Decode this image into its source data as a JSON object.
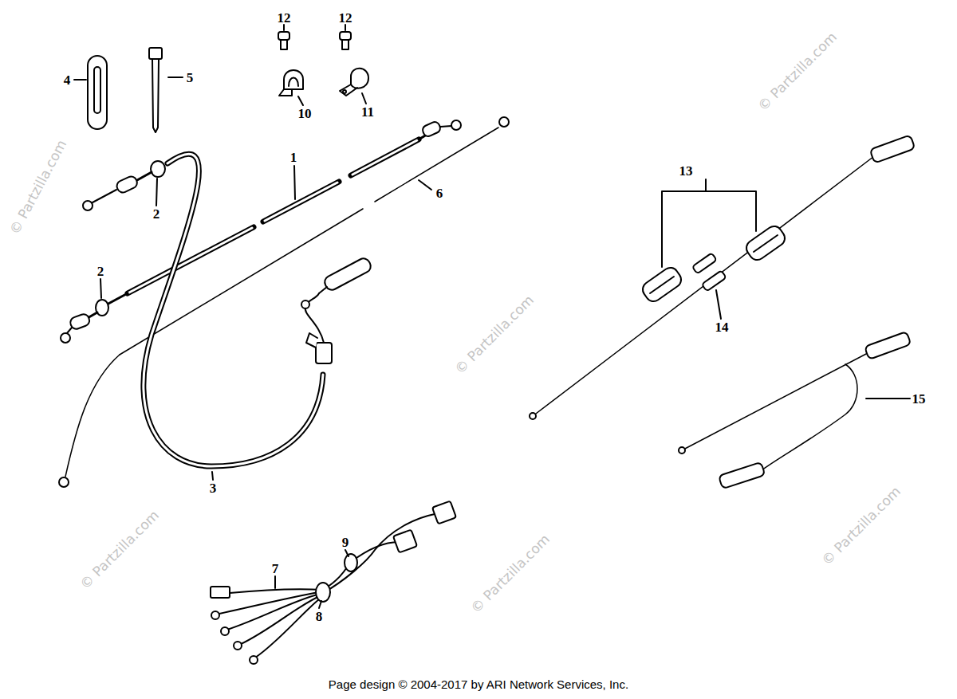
{
  "diagram": {
    "labels": [
      "12",
      "12",
      "4",
      "5",
      "10",
      "11",
      "1",
      "6",
      "2",
      "2",
      "3",
      "13",
      "14",
      "15",
      "7",
      "9",
      "8",
      "© Partzilla.com",
      "© Partzilla.com",
      "© Partzilla.com",
      "© Partzilla.com",
      "© Partzilla.com",
      "© Partzilla.com",
      "Page design © 2004-2017 by ARI Network Services, Inc."
    ]
  }
}
